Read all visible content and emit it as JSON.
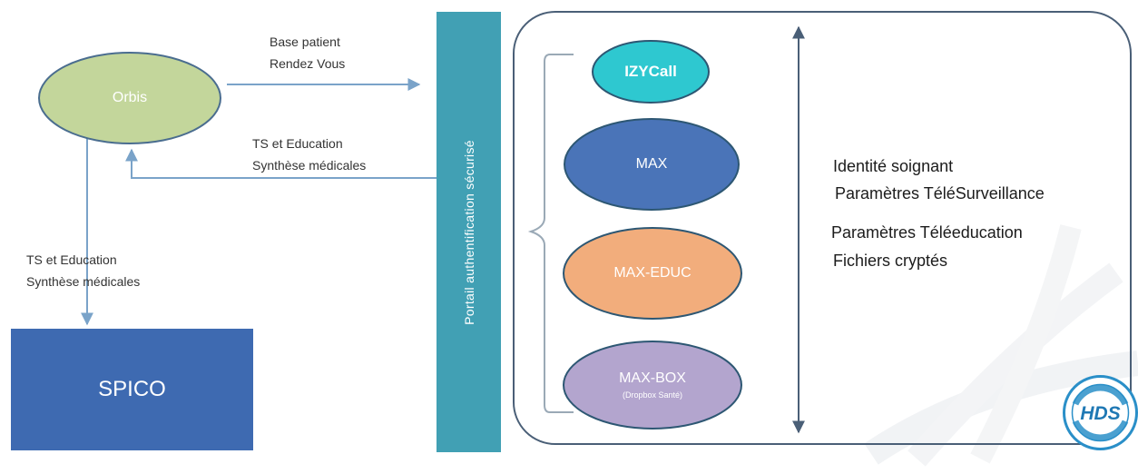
{
  "nodes": {
    "orbis": "Orbis",
    "spico": "SPICO",
    "portal": "Portail authentification sécurisé",
    "izycall": "IZYCall",
    "max": "MAX",
    "max_educ": "MAX-EDUC",
    "max_box": "MAX-BOX",
    "max_box_sub": "(Dropbox Santé)"
  },
  "edges": {
    "orbis_to_portal": [
      "Base patient",
      "Rendez Vous"
    ],
    "portal_to_orbis": [
      "TS et Education",
      "Synthèse médicales"
    ],
    "orbis_to_spico": [
      "TS et Education",
      "Synthèse médicales"
    ]
  },
  "info": [
    "Identité soignant",
    "Paramètres TéléSurveillance",
    "Paramètres Téléeducation",
    "Fichiers cryptés"
  ],
  "logo": {
    "text": "HDS"
  },
  "colors": {
    "orbis": "#c3d69b",
    "spico": "#3e6ab1",
    "portal": "#41a0b4",
    "izycall": "#2ec8d0",
    "max": "#4a74b8",
    "max_educ": "#f2ad7c",
    "max_box": "#b3a5ce",
    "arrow": "#7aa3c9",
    "outline": "#4a5f77"
  }
}
